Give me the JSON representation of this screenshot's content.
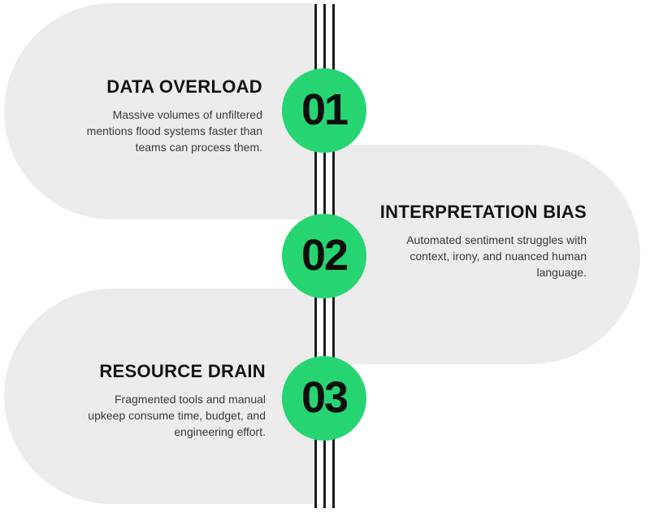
{
  "colors": {
    "background": "#ffffff",
    "accent_green": "#26d572",
    "panel_gray": "#ececec",
    "timeline_black": "#1b1b1b",
    "heading_text": "#131313",
    "body_text": "#3a3a3a",
    "number_text": "#0e0e0e"
  },
  "steps": [
    {
      "number": "01",
      "title": "DATA OVERLOAD",
      "side": "left",
      "description": "Massive volumes of unfiltered mentions flood systems faster than teams can process them.",
      "description_lines": [
        "Massive volumes of unfiltered",
        "mentions flood systems faster than",
        "teams can process them."
      ]
    },
    {
      "number": "02",
      "title": "INTERPRETATION BIAS",
      "side": "right",
      "description": "Automated sentiment struggles with context, irony, and nuanced human language.",
      "description_lines": [
        "Automated sentiment struggles with",
        "context, irony, and nuanced human",
        "language."
      ]
    },
    {
      "number": "03",
      "title": "RESOURCE DRAIN",
      "side": "left",
      "description": "Fragmented tools and manual upkeep consume time, budget, and engineering effort.",
      "description_lines": [
        "Fragmented tools and manual",
        "upkeep consume time, budget, and",
        "engineering effort."
      ]
    }
  ]
}
